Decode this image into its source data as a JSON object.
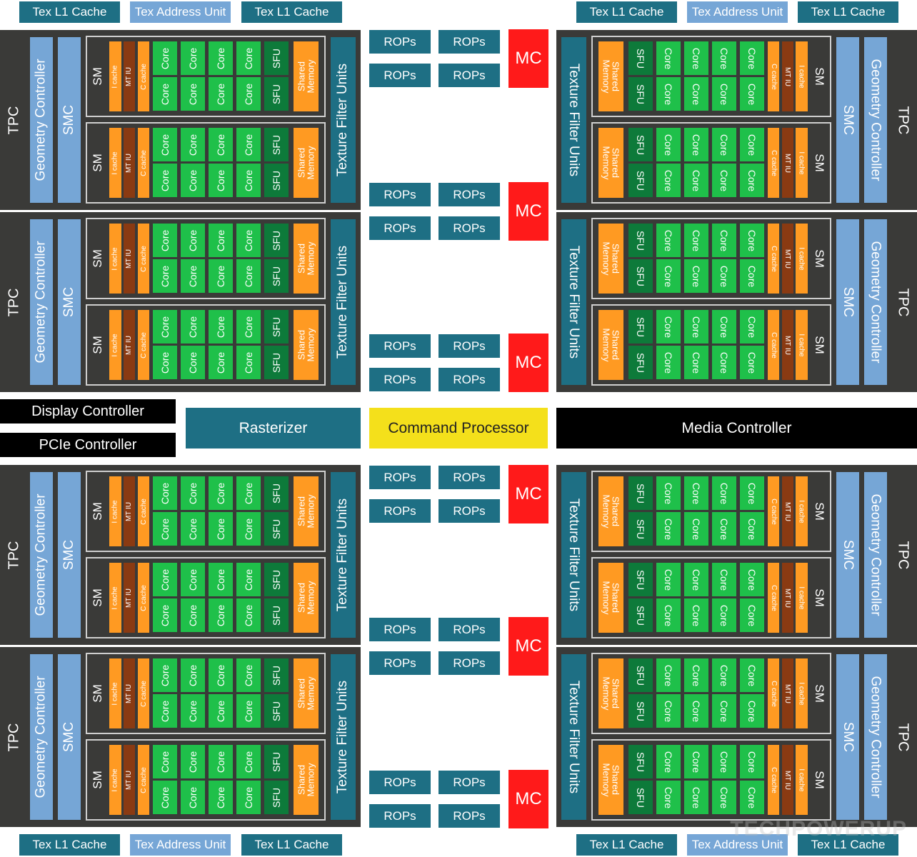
{
  "labels": {
    "tex_l1": "Tex L1 Cache",
    "tex_addr": "Tex Address Unit",
    "tpc": "TPC",
    "geometry": "Geometry Controller",
    "smc": "SMC",
    "sm": "SM",
    "icache": "I cache",
    "mtiu": "MT IU",
    "ccache": "C cache",
    "core": "Core",
    "sfu": "SFU",
    "shared": "Shared Memory",
    "tfu": "Texture Filter Units",
    "rops": "ROPs",
    "mc": "MC",
    "display": "Display Controller",
    "pcie": "PCIe Controller",
    "rasterizer": "Rasterizer",
    "command": "Command Processor",
    "media": "Media Controller"
  },
  "watermark": "TECHPOWERUP",
  "colors": {
    "teal": "#1e6f84",
    "light_blue": "#76a6d6",
    "dark_gray": "#3a3a38",
    "mc_red": "#ff1a1a",
    "command_yellow": "#f4e01b",
    "core_green": "#1fc04a",
    "sfu_dark_green": "#0d7a3a",
    "cache_orange": "#ff9a22",
    "mtiu_brown": "#8a3a12",
    "controller_black": "#000000"
  },
  "layout": {
    "tpc_count_per_side": 4,
    "sm_per_tpc": 2,
    "cores_per_sm": 8,
    "sfu_per_sm": 2,
    "mc_count": 6,
    "rops_per_mc": 4
  }
}
